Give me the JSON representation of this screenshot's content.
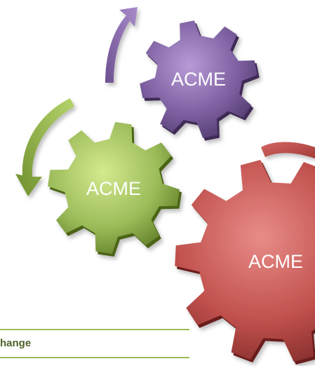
{
  "gears": [
    {
      "label": "ACME",
      "color": "#8064a2"
    },
    {
      "label": "ACME",
      "color": "#9bbb59"
    },
    {
      "label": "ACME",
      "color": "#c0504d"
    }
  ],
  "caption": "hange",
  "colors": {
    "rule": "#9bbb59",
    "caption": "#4f6228"
  }
}
